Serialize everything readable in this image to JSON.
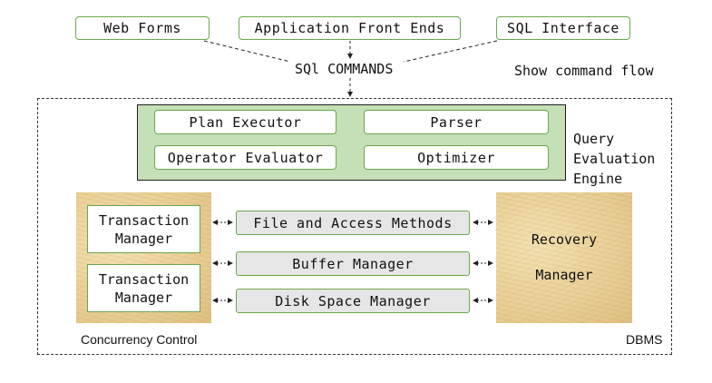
{
  "inputs": {
    "web_forms": "Web Forms",
    "app_front_ends": "Application Front Ends",
    "sql_interface": "SQL Interface"
  },
  "sql_commands": "SQl COMMANDS",
  "show_command_flow": "Show command flow",
  "query_engine": {
    "label_lines": [
      "Query",
      "Evaluation",
      "Engine"
    ],
    "plan_executor": "Plan Executor",
    "parser": "Parser",
    "operator_evaluator": "Operator Evaluator",
    "optimizer": "Optimizer"
  },
  "concurrency": {
    "tm1": "Transaction Manager",
    "tm2": "Transaction Manager",
    "label": "Concurrency Control"
  },
  "storage": {
    "file_access": "File and Access Methods",
    "buffer": "Buffer Manager",
    "disk_space": "Disk Space Manager"
  },
  "recovery": {
    "line1": "Recovery",
    "line2": "Manager"
  },
  "dbms_label": "DBMS"
}
